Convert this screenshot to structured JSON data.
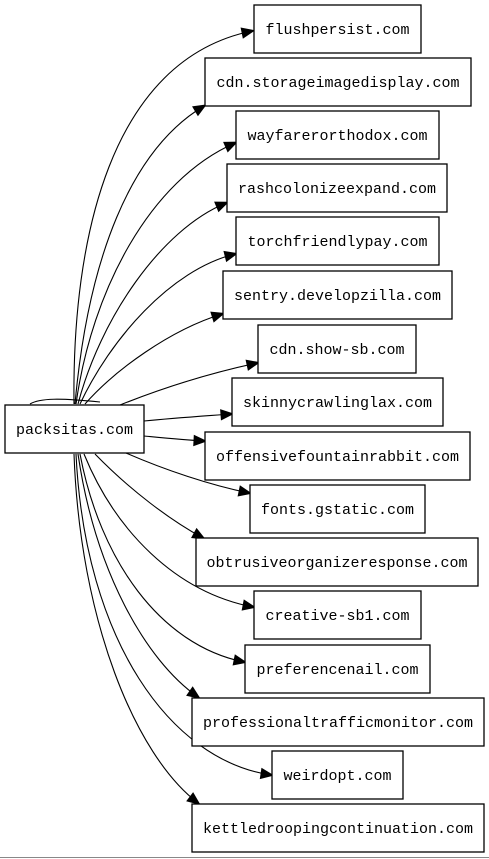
{
  "graph": {
    "source": "packsitas.com",
    "targets": [
      "flushpersist.com",
      "cdn.storageimagedisplay.com",
      "wayfarerorthodox.com",
      "rashcolonizeexpand.com",
      "torchfriendlypay.com",
      "sentry.developzilla.com",
      "cdn.show-sb.com",
      "skinnycrawlinglax.com",
      "offensivefountainrabbit.com",
      "fonts.gstatic.com",
      "obtrusiveorganizeresponse.com",
      "creative-sb1.com",
      "preferencenail.com",
      "professionaltrafficmonitor.com",
      "weirdopt.com",
      "kettledroopingcontinuation.com"
    ]
  }
}
